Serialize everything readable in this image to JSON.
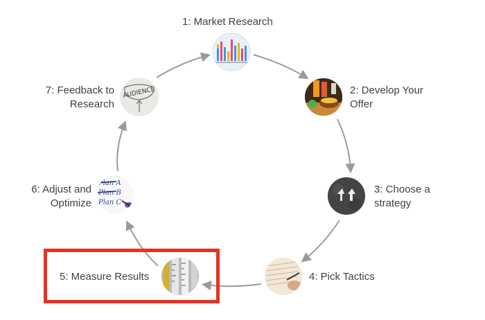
{
  "steps": [
    {
      "id": 1,
      "lines": [
        "1: Market Research"
      ],
      "thumbnail": "bar-chart-icon"
    },
    {
      "id": 2,
      "lines": [
        "2: Develop Your",
        "Offer"
      ],
      "thumbnail": "food-drinks-photo"
    },
    {
      "id": 3,
      "lines": [
        "3: Choose a",
        "strategy"
      ],
      "thumbnail": "arrows-on-asphalt-photo"
    },
    {
      "id": 4,
      "lines": [
        "4: Pick Tactics"
      ],
      "thumbnail": "hand-writing-notes-photo"
    },
    {
      "id": 5,
      "lines": [
        "5: Measure Results"
      ],
      "thumbnail": "measuring-tape-photo"
    },
    {
      "id": 6,
      "lines": [
        "6: Adjust and",
        "Optimize"
      ],
      "thumbnail": "plan-abc-whiteboard-photo"
    },
    {
      "id": 7,
      "lines": [
        "7: Feedback to",
        "Research"
      ],
      "thumbnail": "audience-whiteboard-photo"
    }
  ],
  "thumbnail_texts": {
    "audience": "AUDIENCE",
    "plan_a": "Plan A",
    "plan_b": "Plan B",
    "plan_c": "Plan C"
  },
  "highlight": {
    "step": 5,
    "color": "#e8311f"
  },
  "colors": {
    "arrow": "#9a9a9a",
    "text": "#3f3f3f"
  }
}
